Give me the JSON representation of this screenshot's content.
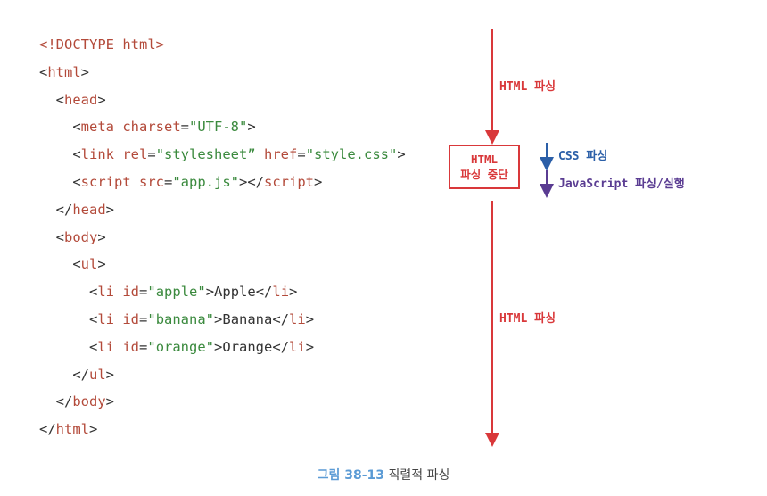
{
  "code_lines": [
    [
      {
        "c": "tag",
        "t": "<!DOCTYPE html>"
      }
    ],
    [
      {
        "c": "punct",
        "t": "<"
      },
      {
        "c": "tag",
        "t": "html"
      },
      {
        "c": "punct",
        "t": ">"
      }
    ],
    [
      {
        "c": "txt",
        "t": "  "
      },
      {
        "c": "punct",
        "t": "<"
      },
      {
        "c": "tag",
        "t": "head"
      },
      {
        "c": "punct",
        "t": ">"
      }
    ],
    [
      {
        "c": "txt",
        "t": "    "
      },
      {
        "c": "punct",
        "t": "<"
      },
      {
        "c": "tag",
        "t": "meta "
      },
      {
        "c": "attr",
        "t": "charset"
      },
      {
        "c": "punct",
        "t": "="
      },
      {
        "c": "str",
        "t": "\"UTF-8\""
      },
      {
        "c": "punct",
        "t": ">"
      }
    ],
    [
      {
        "c": "txt",
        "t": "    "
      },
      {
        "c": "punct",
        "t": "<"
      },
      {
        "c": "tag",
        "t": "link "
      },
      {
        "c": "attr",
        "t": "rel"
      },
      {
        "c": "punct",
        "t": "="
      },
      {
        "c": "str",
        "t": "\"stylesheet”"
      },
      {
        "c": "txt",
        "t": " "
      },
      {
        "c": "attr",
        "t": "href"
      },
      {
        "c": "punct",
        "t": "="
      },
      {
        "c": "str",
        "t": "\"style.css\""
      },
      {
        "c": "punct",
        "t": ">"
      }
    ],
    [
      {
        "c": "txt",
        "t": "    "
      },
      {
        "c": "punct",
        "t": "<"
      },
      {
        "c": "tag",
        "t": "script "
      },
      {
        "c": "attr",
        "t": "src"
      },
      {
        "c": "punct",
        "t": "="
      },
      {
        "c": "str",
        "t": "\"app.js\""
      },
      {
        "c": "punct",
        "t": "></"
      },
      {
        "c": "tag",
        "t": "script"
      },
      {
        "c": "punct",
        "t": ">"
      }
    ],
    [
      {
        "c": "txt",
        "t": "  "
      },
      {
        "c": "punct",
        "t": "</"
      },
      {
        "c": "tag",
        "t": "head"
      },
      {
        "c": "punct",
        "t": ">"
      }
    ],
    [
      {
        "c": "txt",
        "t": "  "
      },
      {
        "c": "punct",
        "t": "<"
      },
      {
        "c": "tag",
        "t": "body"
      },
      {
        "c": "punct",
        "t": ">"
      }
    ],
    [
      {
        "c": "txt",
        "t": "    "
      },
      {
        "c": "punct",
        "t": "<"
      },
      {
        "c": "tag",
        "t": "ul"
      },
      {
        "c": "punct",
        "t": ">"
      }
    ],
    [
      {
        "c": "txt",
        "t": "      "
      },
      {
        "c": "punct",
        "t": "<"
      },
      {
        "c": "tag",
        "t": "li "
      },
      {
        "c": "attr",
        "t": "id"
      },
      {
        "c": "punct",
        "t": "="
      },
      {
        "c": "str",
        "t": "\"apple\""
      },
      {
        "c": "punct",
        "t": ">"
      },
      {
        "c": "txt",
        "t": "Apple"
      },
      {
        "c": "punct",
        "t": "</"
      },
      {
        "c": "tag",
        "t": "li"
      },
      {
        "c": "punct",
        "t": ">"
      }
    ],
    [
      {
        "c": "txt",
        "t": "      "
      },
      {
        "c": "punct",
        "t": "<"
      },
      {
        "c": "tag",
        "t": "li "
      },
      {
        "c": "attr",
        "t": "id"
      },
      {
        "c": "punct",
        "t": "="
      },
      {
        "c": "str",
        "t": "\"banana\""
      },
      {
        "c": "punct",
        "t": ">"
      },
      {
        "c": "txt",
        "t": "Banana"
      },
      {
        "c": "punct",
        "t": "</"
      },
      {
        "c": "tag",
        "t": "li"
      },
      {
        "c": "punct",
        "t": ">"
      }
    ],
    [
      {
        "c": "txt",
        "t": "      "
      },
      {
        "c": "punct",
        "t": "<"
      },
      {
        "c": "tag",
        "t": "li "
      },
      {
        "c": "attr",
        "t": "id"
      },
      {
        "c": "punct",
        "t": "="
      },
      {
        "c": "str",
        "t": "\"orange\""
      },
      {
        "c": "punct",
        "t": ">"
      },
      {
        "c": "txt",
        "t": "Orange"
      },
      {
        "c": "punct",
        "t": "</"
      },
      {
        "c": "tag",
        "t": "li"
      },
      {
        "c": "punct",
        "t": ">"
      }
    ],
    [
      {
        "c": "txt",
        "t": "    "
      },
      {
        "c": "punct",
        "t": "</"
      },
      {
        "c": "tag",
        "t": "ul"
      },
      {
        "c": "punct",
        "t": ">"
      }
    ],
    [
      {
        "c": "txt",
        "t": "  "
      },
      {
        "c": "punct",
        "t": "</"
      },
      {
        "c": "tag",
        "t": "body"
      },
      {
        "c": "punct",
        "t": ">"
      }
    ],
    [
      {
        "c": "punct",
        "t": "</"
      },
      {
        "c": "tag",
        "t": "html"
      },
      {
        "c": "punct",
        "t": ">"
      }
    ]
  ],
  "labels": {
    "html_parse_top": "HTML 파싱",
    "pause_line1": "HTML",
    "pause_line2": "파싱 중단",
    "css_parse": "CSS 파싱",
    "js_parse_exec": "JavaScript 파싱/실행",
    "html_parse_bottom": "HTML 파싱"
  },
  "caption": {
    "figure_number": "그림 38-13",
    "title": "직렬적 파싱"
  },
  "colors": {
    "red": "#d9383a",
    "blue": "#2b5fa8",
    "purple": "#5a3c92",
    "caption_accent": "#5b9bd5"
  }
}
